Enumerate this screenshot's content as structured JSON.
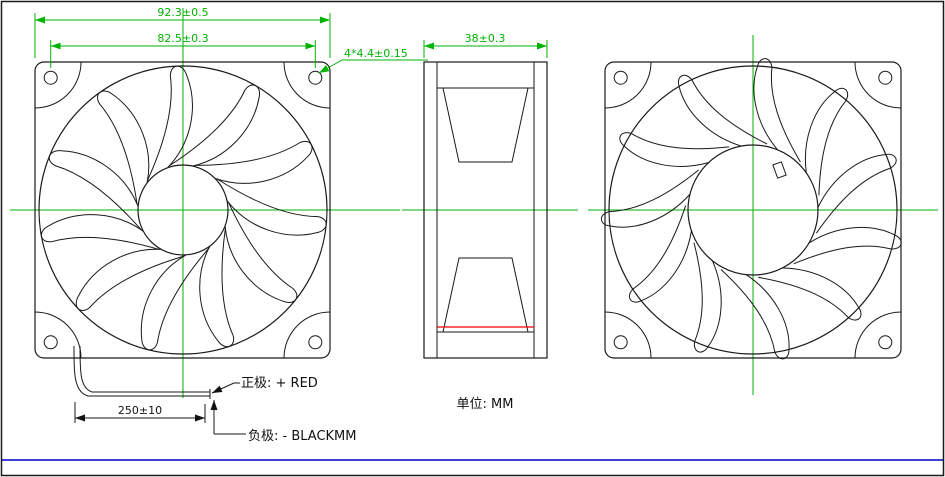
{
  "dimensions": {
    "overall_width": "92.3±0.5",
    "mounting_pitch": "82.5±0.3",
    "mounting_holes": "4*4.4±0.15",
    "depth": "38±0.3",
    "lead_length": "250±10"
  },
  "labels": {
    "positive_lead": "正极: + RED",
    "negative_lead": "负极: - BLACKMM",
    "unit": "单位: MM"
  },
  "colors": {
    "dimension_green": "#00b300",
    "line_black": "#1a1a1a",
    "highlight_red": "#ff0000",
    "border_blue": "#0000cc",
    "background": "#ffffff"
  }
}
